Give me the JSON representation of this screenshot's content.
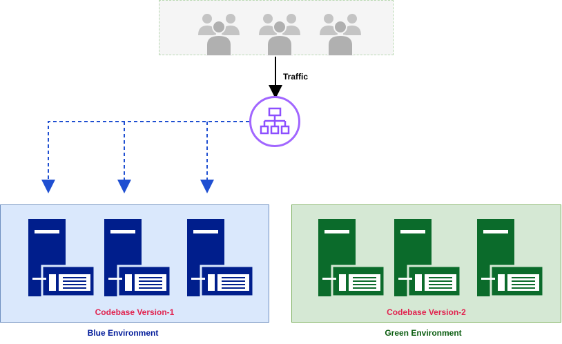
{
  "traffic": {
    "label": "Traffic"
  },
  "load_balancer": {
    "icon": "load-balancer-icon"
  },
  "users": {
    "icon": "users-group-icon",
    "count": 3
  },
  "blue_env": {
    "title": "Blue Environment",
    "codebase": "Codebase Version-1",
    "server_color": "#001e8c",
    "server_count": 3
  },
  "green_env": {
    "title": "Green Environment",
    "codebase": "Codebase Version-2",
    "server_color": "#0b6b2b",
    "server_count": 3
  },
  "colors": {
    "lb_border": "#a166ff",
    "route_line": "#1f4fd1",
    "codebase_text": "#e1234f"
  }
}
